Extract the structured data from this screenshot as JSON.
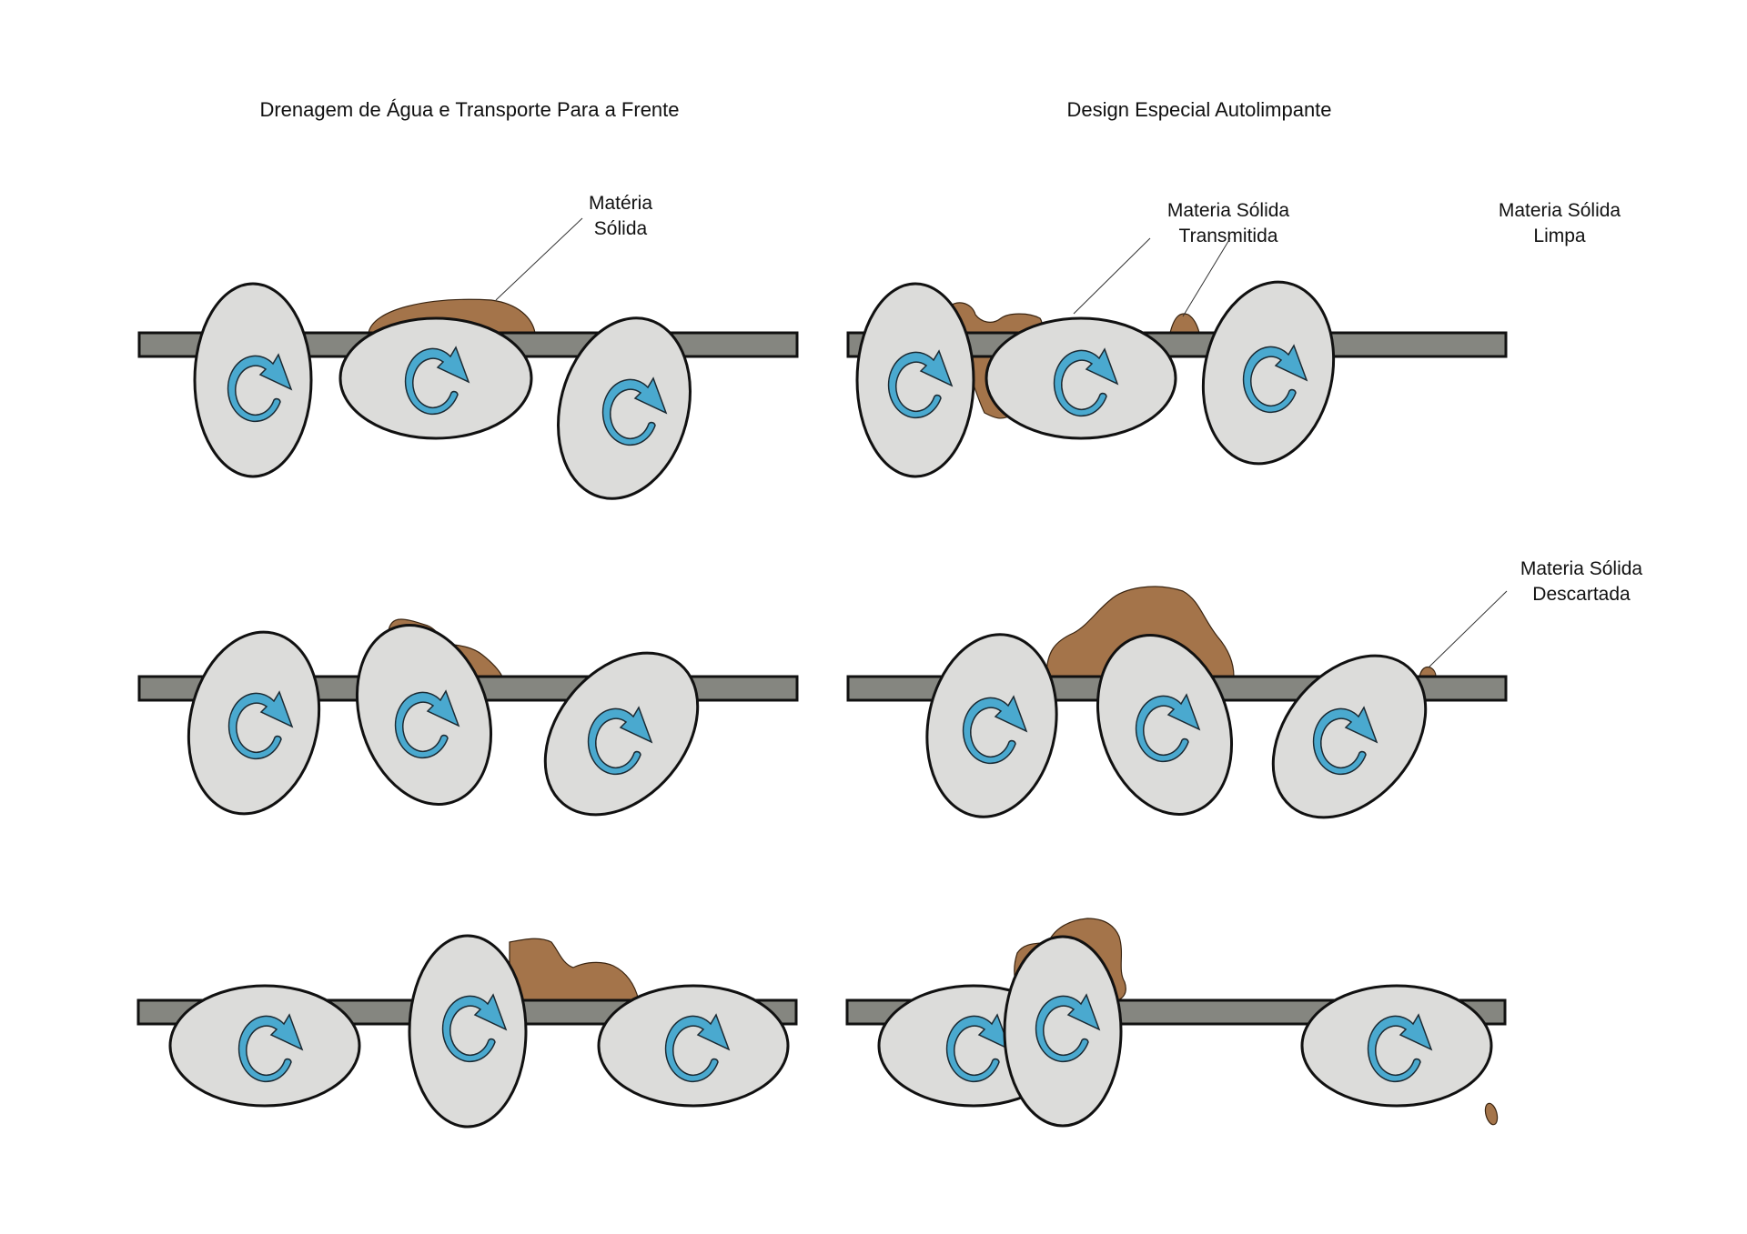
{
  "panels": {
    "left": {
      "title": "Drenagem de Água e Transporte Para a Frente",
      "labels": [
        {
          "line1": "Matéria",
          "line2": "Sólida"
        }
      ]
    },
    "right": {
      "title": "Design Especial Autolimpante",
      "labels": [
        {
          "line1": "Materia Sólida",
          "line2": "Transmitida"
        },
        {
          "line1": "Materia Sólida",
          "line2": "Limpa"
        },
        {
          "line1": "Materia Sólida",
          "line2": "Descartada"
        }
      ]
    }
  },
  "icons": {
    "roller_rotation": "clockwise-rotation-arrow-icon"
  },
  "colors": {
    "bar": "#858680",
    "roller": "#dcdcda",
    "arrow": "#4aa9cf",
    "solid_matter": "#a4744a",
    "outline": "#111111"
  }
}
